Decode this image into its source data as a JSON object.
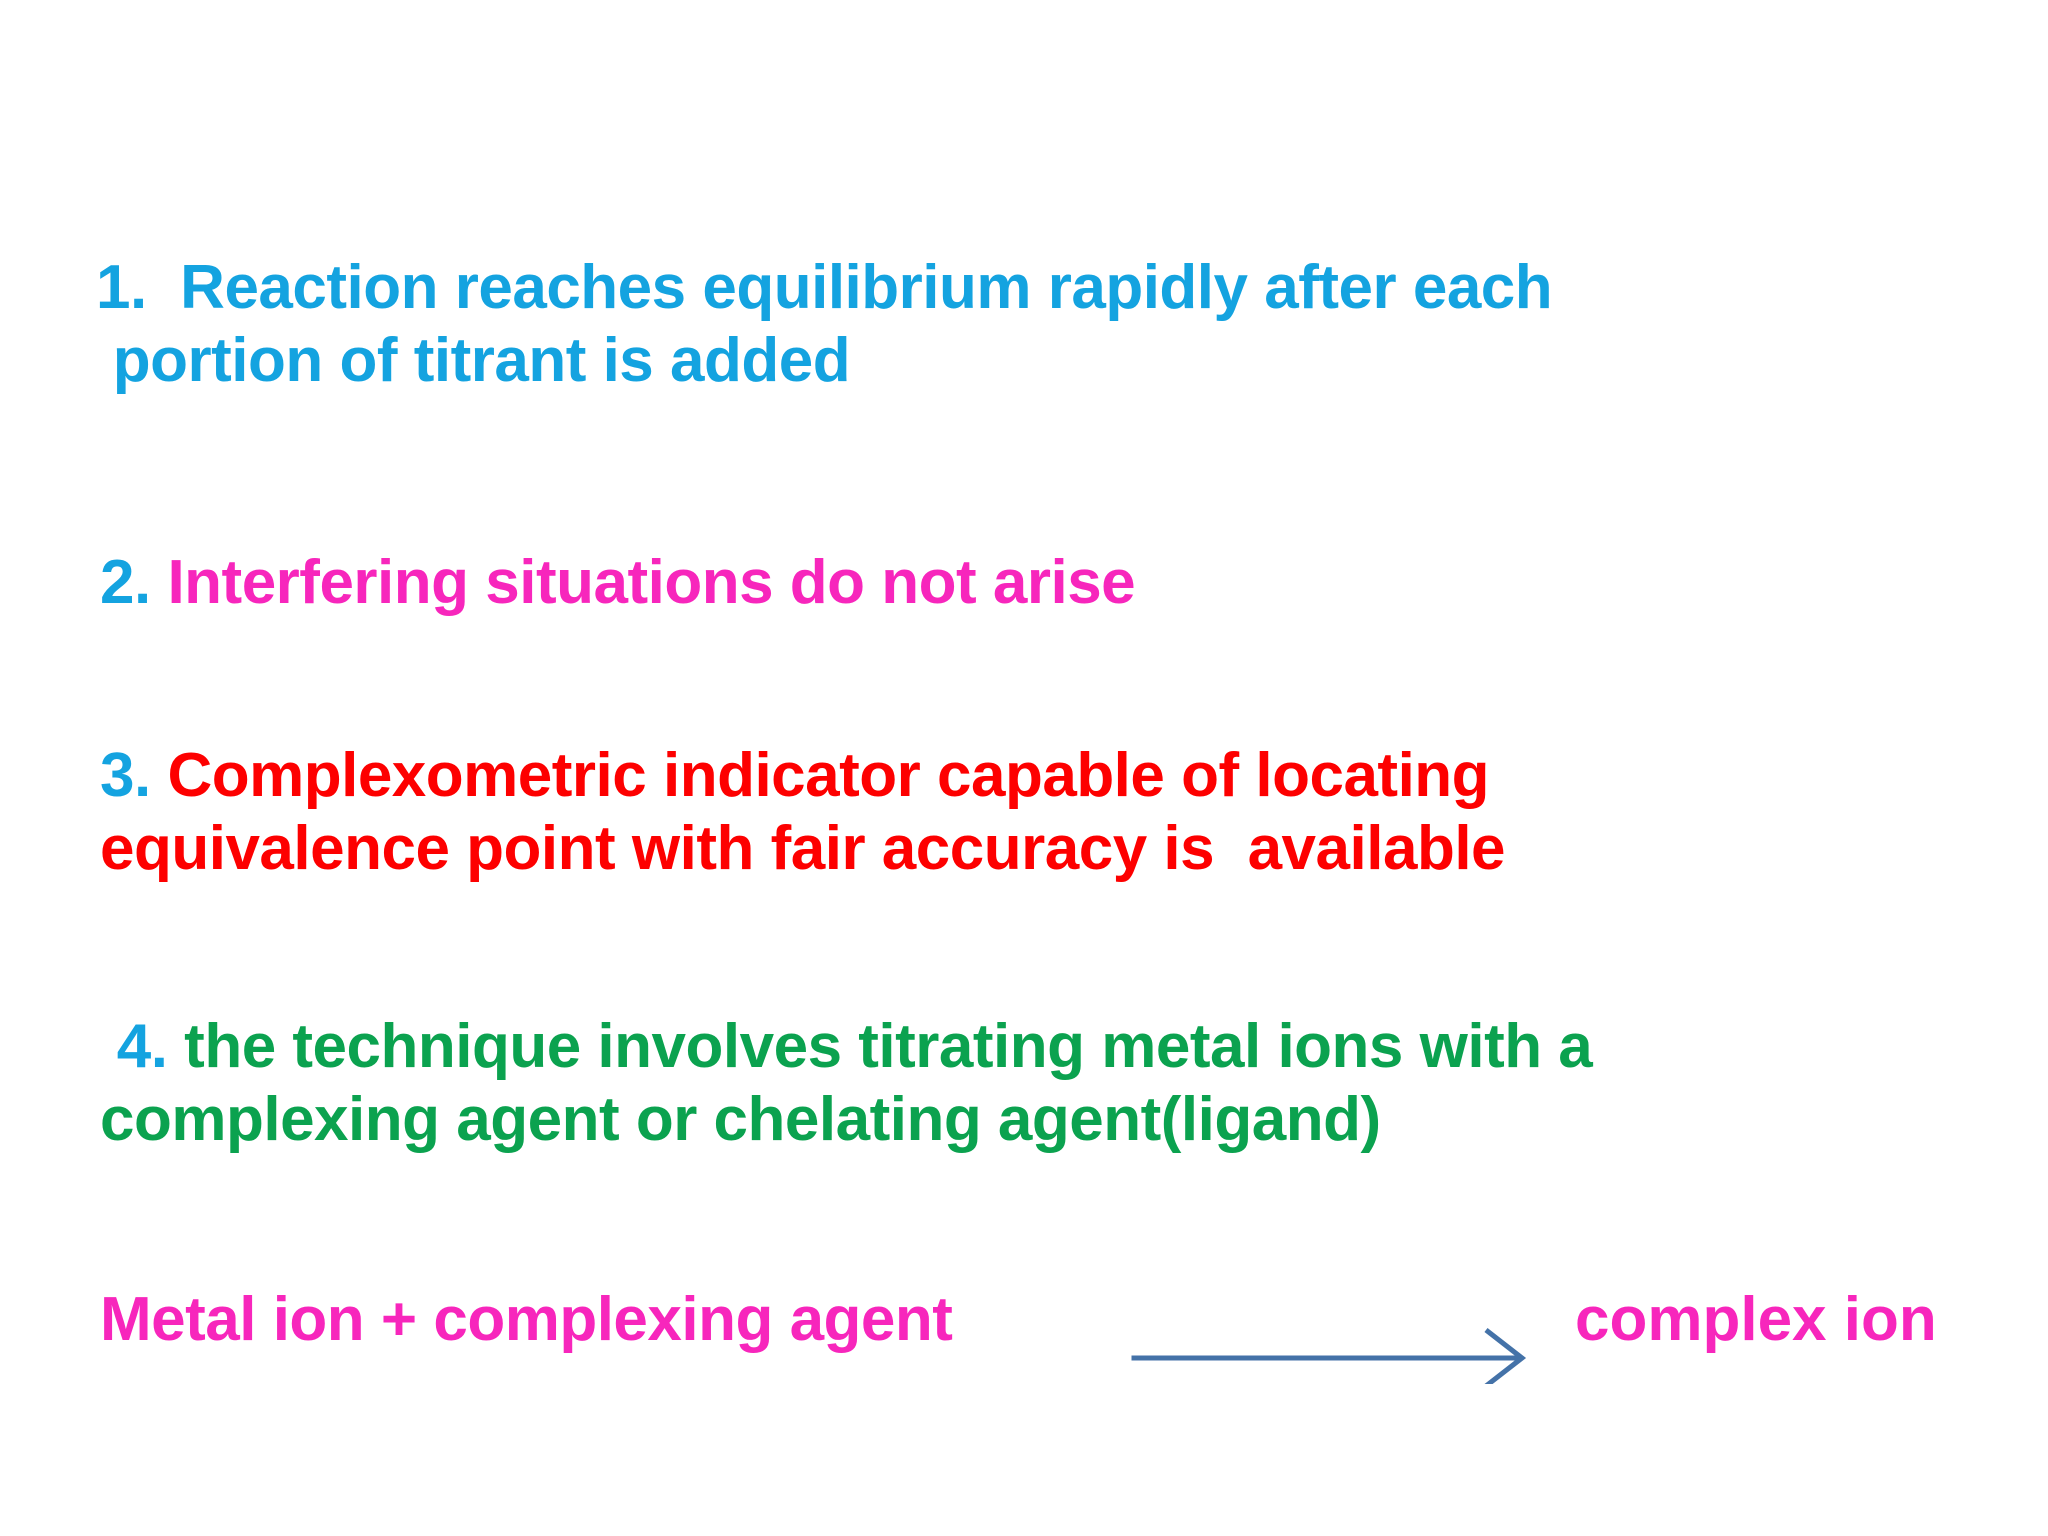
{
  "slide": {
    "background_color": "#ffffff",
    "colors": {
      "number_blue": "#14A3E0",
      "magenta": "#F726BC",
      "red": "#FD0000",
      "green": "#0BA24F",
      "arrow_blue": "#4472A8"
    },
    "bullets": [
      {
        "number": "1.",
        "number_color": "#14A3E0",
        "text": "  Reaction reaches equilibrium rapidly after each\n portion of titrant is added",
        "text_color": "#14A3E0"
      },
      {
        "number": "2.",
        "number_color": "#14A3E0",
        "text": " Interfering situations do not arise",
        "text_color": "#F726BC"
      },
      {
        "number": "3.",
        "number_color": "#14A3E0",
        "text": " Complexometric indicator capable of locating\nequivalence point with fair accuracy is  available",
        "text_color": "#FD0000"
      },
      {
        "number": " 4.",
        "number_color": "#14A3E0",
        "text": " the technique involves titrating metal ions with a\ncomplexing agent or chelating agent(ligand)",
        "text_color": "#0BA24F"
      }
    ],
    "equation": {
      "reactants": "Metal ion + complexing agent",
      "arrow": "right-arrow",
      "product": "complex ion",
      "text_color": "#F726BC",
      "arrow_color": "#4472A8"
    }
  }
}
